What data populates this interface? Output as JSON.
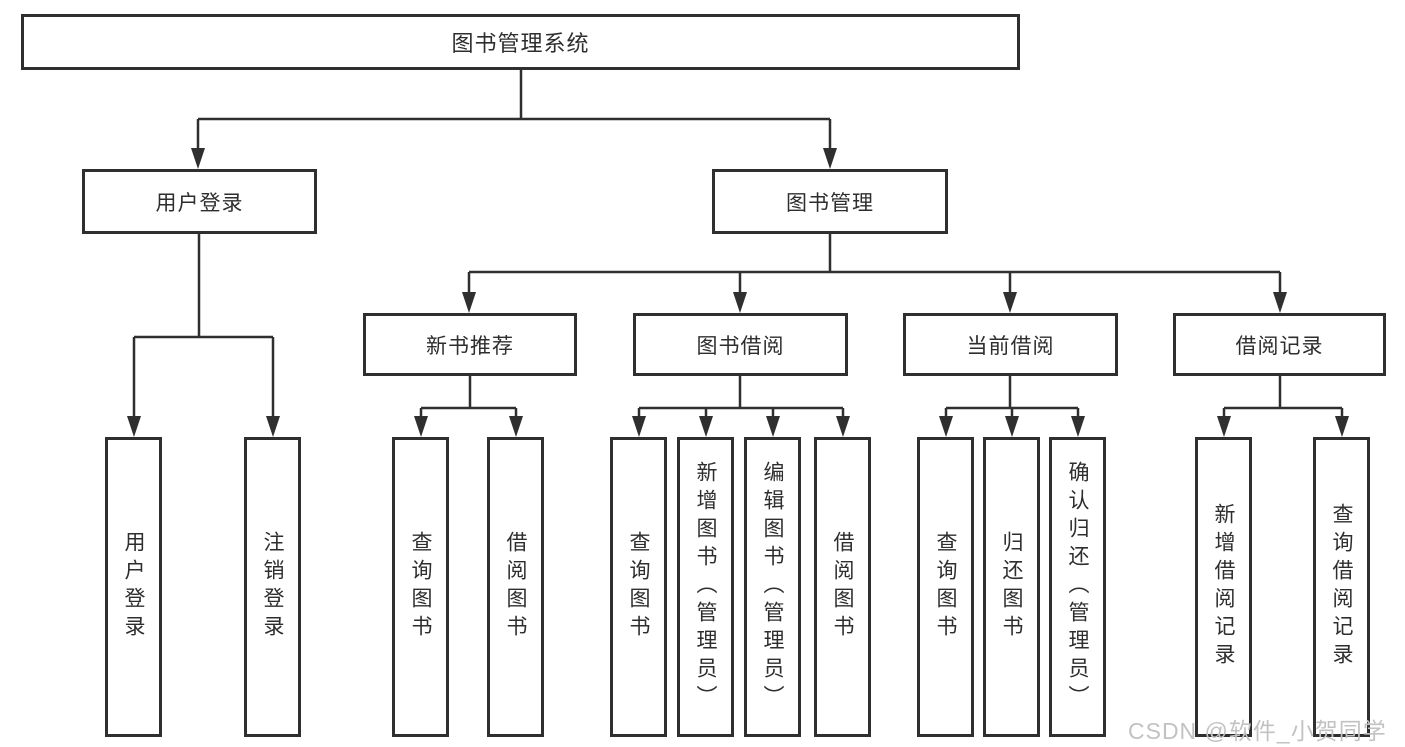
{
  "diagram": {
    "type": "hierarchy-tree",
    "colors": {
      "line": "#2f2f2f",
      "box_border": "#2f2f2f",
      "text": "#2e2e2e",
      "background": "#ffffff",
      "watermark": "#c2c2c2"
    },
    "nodes": {
      "root": {
        "label": "图书管理系统"
      },
      "level2": [
        {
          "label": "用户登录"
        },
        {
          "label": "图书管理"
        }
      ],
      "level3": [
        {
          "label": "新书推荐"
        },
        {
          "label": "图书借阅"
        },
        {
          "label": "当前借阅"
        },
        {
          "label": "借阅记录"
        }
      ],
      "leaves_user_login": [
        {
          "label": "用户登录"
        },
        {
          "label": "注销登录"
        }
      ],
      "leaves_new_book": [
        {
          "label": "查询图书"
        },
        {
          "label": "借阅图书"
        }
      ],
      "leaves_book_borrow": [
        {
          "label": "查询图书"
        },
        {
          "label": "新增图书（管理员）"
        },
        {
          "label": "编辑图书（管理员）"
        },
        {
          "label": "借阅图书"
        }
      ],
      "leaves_current_borrow": [
        {
          "label": "查询图书"
        },
        {
          "label": "归还图书"
        },
        {
          "label": "确认归还（管理员）"
        }
      ],
      "leaves_borrow_record": [
        {
          "label": "新增借阅记录"
        },
        {
          "label": "查询借阅记录"
        }
      ]
    },
    "watermark": {
      "text": "CSDN @软件_小贺同学"
    }
  }
}
